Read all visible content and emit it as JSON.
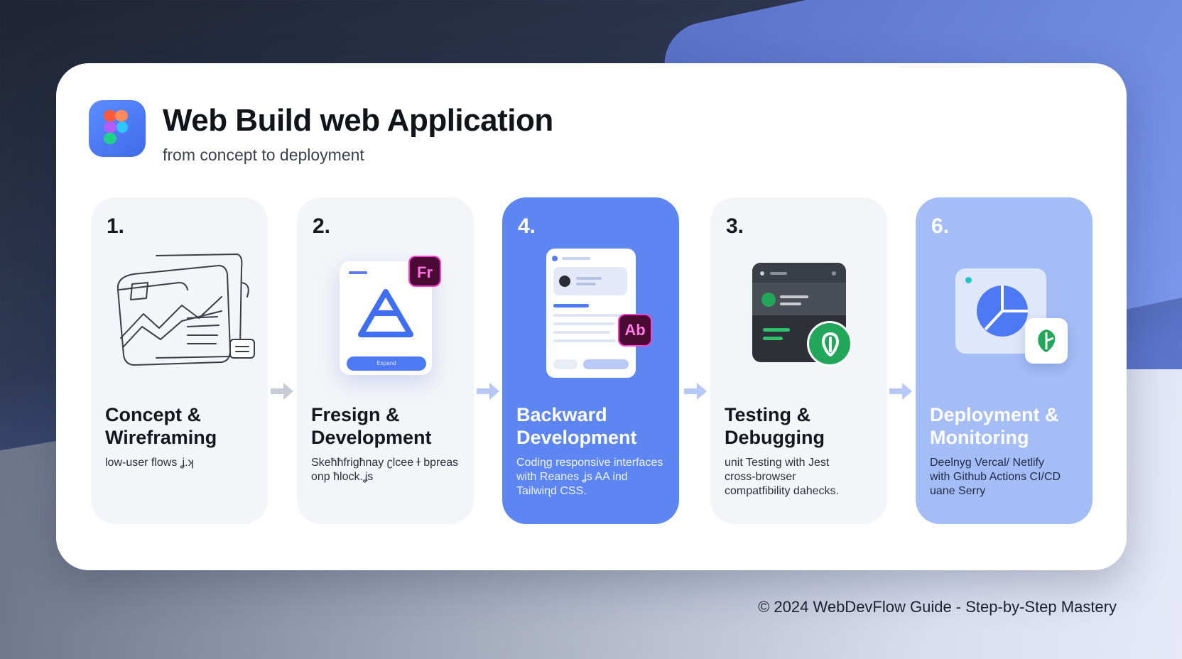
{
  "header": {
    "title": "Web Build web Application",
    "subtitle": "from concept to deployment",
    "logo_icon": "figma-logo-icon"
  },
  "steps": [
    {
      "number": "1.",
      "title": "Concept & Wireframing",
      "description": "low-user flows ʝ.ʞ",
      "icon": "wireframe-sketch-icon"
    },
    {
      "number": "2.",
      "title": "Fresign & Development",
      "description": "Skeħħfrigħnay ʗlcee ɫ bpreas\nonp ħlock.ʝs",
      "icon": "design-mockup-icon",
      "badge": "Fr",
      "mock_button": "Expand"
    },
    {
      "number": "4.",
      "title": "Backward Development",
      "description": "Codiɳg responsive interfaces\nwith Reanes ʝs AA ind\nTailwiɳd CSS.",
      "icon": "frontend-code-icon",
      "badge": "Ab"
    },
    {
      "number": "3.",
      "title": "Testing & Debugging",
      "description": "unit Testing with Jest\ncross-browser\ncompatfibility dahecks.",
      "icon": "testing-debug-icon"
    },
    {
      "number": "6.",
      "title": "Deployment & Monitoring",
      "description": "Deelnyg Vercal/ Netlify\nwith Github Actions CI/CD\nuane Serry",
      "icon": "deployment-monitor-icon"
    }
  ],
  "footer": {
    "text": "© 2024 WebDevFlow Guide - Step-by-Step Mastery"
  },
  "colors": {
    "accent": "#5d86f2",
    "soft_accent": "#a5bdf7",
    "card_bg": "#f4f5f8",
    "badge_magenta": "#ff3fd1",
    "badge_green": "#21a65a"
  }
}
